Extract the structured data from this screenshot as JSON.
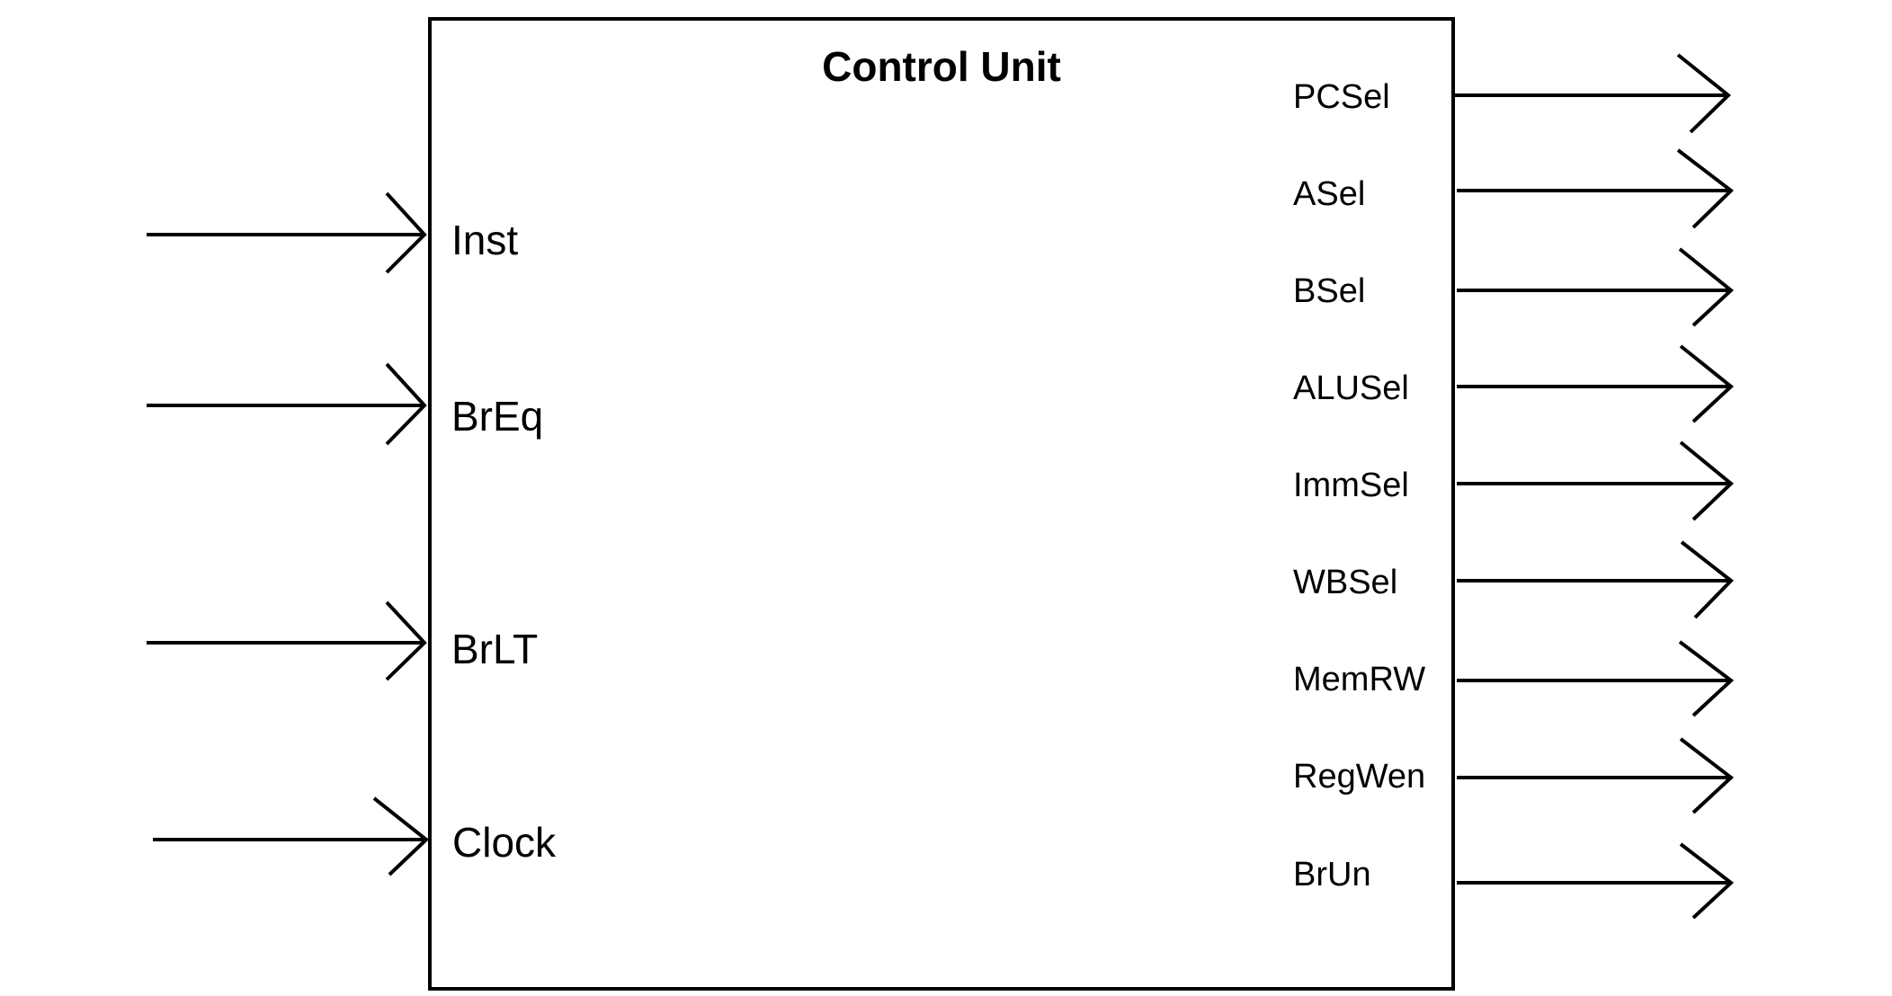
{
  "block": {
    "title": "Control Unit"
  },
  "inputs": [
    {
      "label": "Inst"
    },
    {
      "label": "BrEq"
    },
    {
      "label": "BrLT"
    },
    {
      "label": "Clock"
    }
  ],
  "outputs": [
    {
      "label": "PCSel"
    },
    {
      "label": "ASel"
    },
    {
      "label": "BSel"
    },
    {
      "label": "ALUSel"
    },
    {
      "label": "ImmSel"
    },
    {
      "label": "WBSel"
    },
    {
      "label": "MemRW"
    },
    {
      "label": "RegWen"
    },
    {
      "label": "BrUn"
    }
  ]
}
